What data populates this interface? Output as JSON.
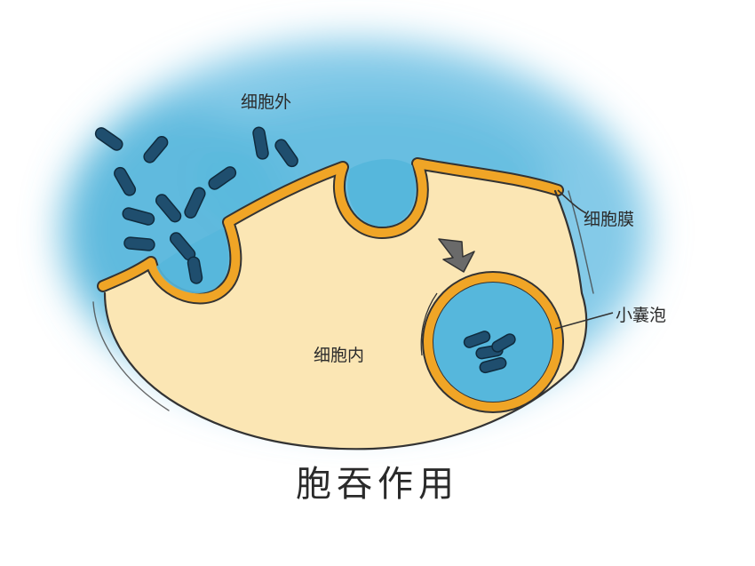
{
  "title": "胞吞作用",
  "labels": {
    "outside": "细胞外",
    "membrane": "细胞膜",
    "vesicle": "小囊泡",
    "inside": "细胞内"
  },
  "colors": {
    "cytoplasm": "#fbe6b4",
    "membrane": "#f0a526",
    "extracellular": "#56b7dc",
    "particle": "#1f4e6e",
    "outline": "#333333"
  }
}
